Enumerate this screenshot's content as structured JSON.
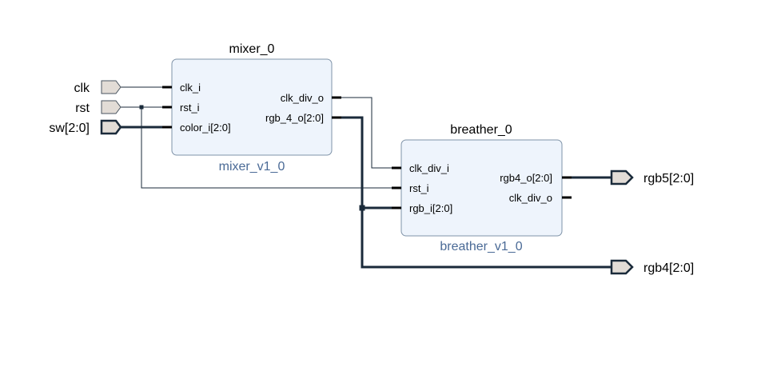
{
  "blocks": {
    "mixer": {
      "instance": "mixer_0",
      "ip": "mixer_v1_0",
      "inputs": [
        "clk_i",
        "rst_i",
        "color_i[2:0]"
      ],
      "outputs": [
        "clk_div_o",
        "rgb_4_o[2:0]"
      ]
    },
    "breather": {
      "instance": "breather_0",
      "ip": "breather_v1_0",
      "inputs": [
        "clk_div_i",
        "rst_i",
        "rgb_i[2:0]"
      ],
      "outputs": [
        "rgb4_o[2:0]",
        "clk_div_o"
      ]
    }
  },
  "ports": {
    "inputs": [
      "clk",
      "rst",
      "sw[2:0]"
    ],
    "outputs": [
      "rgb5[2:0]",
      "rgb4[2:0]"
    ]
  }
}
